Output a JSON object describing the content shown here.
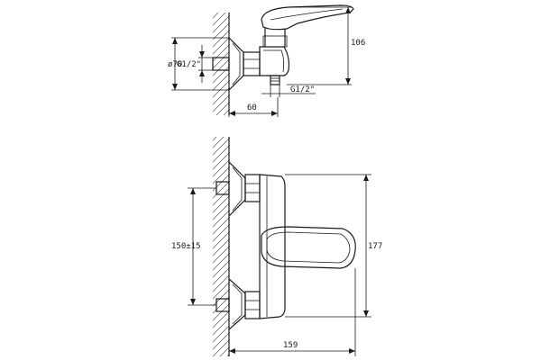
{
  "top_view": {
    "dim_height": "106",
    "dim_diameter": "ø70",
    "dim_thread_inlet": "G1/2\"",
    "dim_thread_outlet": "G1/2\"",
    "dim_depth": "60"
  },
  "front_view": {
    "dim_spacing": "150±15",
    "dim_height": "177",
    "dim_width": "159"
  }
}
